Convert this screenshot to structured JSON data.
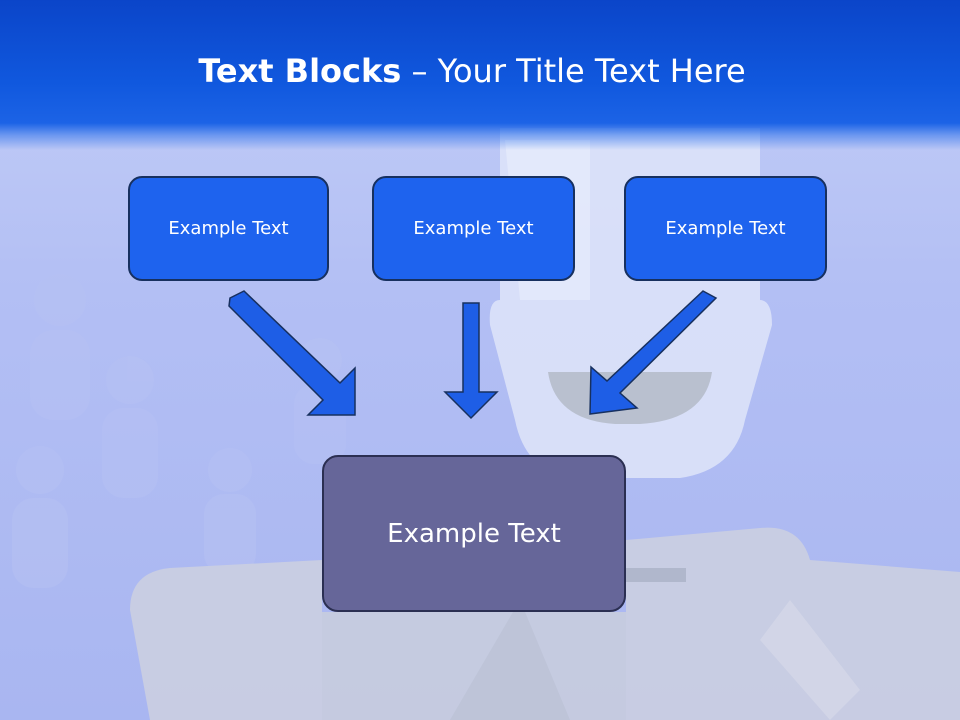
{
  "slide": {
    "title_bold": "Text Blocks",
    "title_rest": " – Your Title Text Here"
  },
  "blocks": {
    "top": [
      {
        "label": "Example Text"
      },
      {
        "label": "Example Text"
      },
      {
        "label": "Example Text"
      }
    ],
    "main": {
      "label": "Example Text"
    }
  },
  "colors": {
    "header": "#1058de",
    "block_fill": "#1e63ee",
    "main_fill": "#666699",
    "arrow_fill": "#1e5ee6"
  }
}
